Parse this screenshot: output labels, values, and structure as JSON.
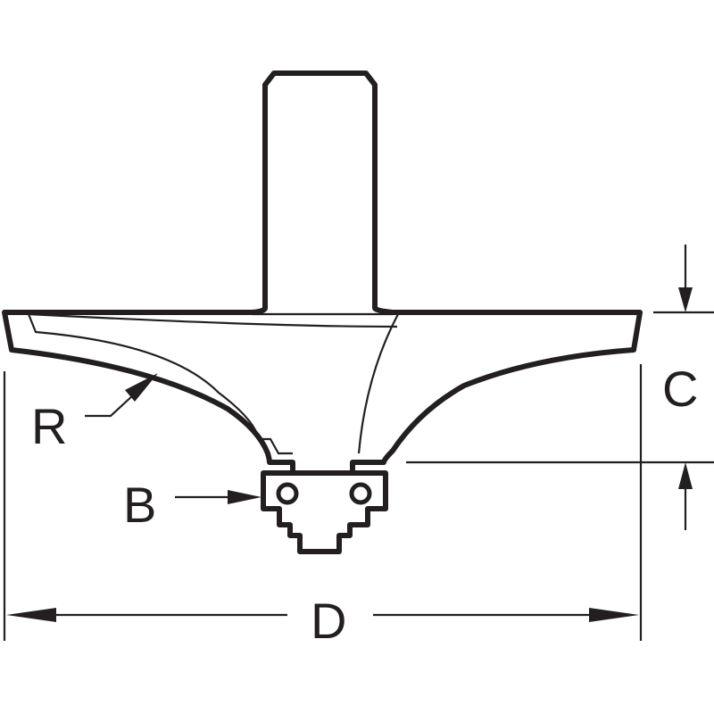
{
  "diagram": {
    "labels": {
      "radius": "R",
      "bearing": "B",
      "cut_height": "C",
      "diameter": "D"
    },
    "colors": {
      "line": "#231f20",
      "background": "#ffffff"
    }
  }
}
